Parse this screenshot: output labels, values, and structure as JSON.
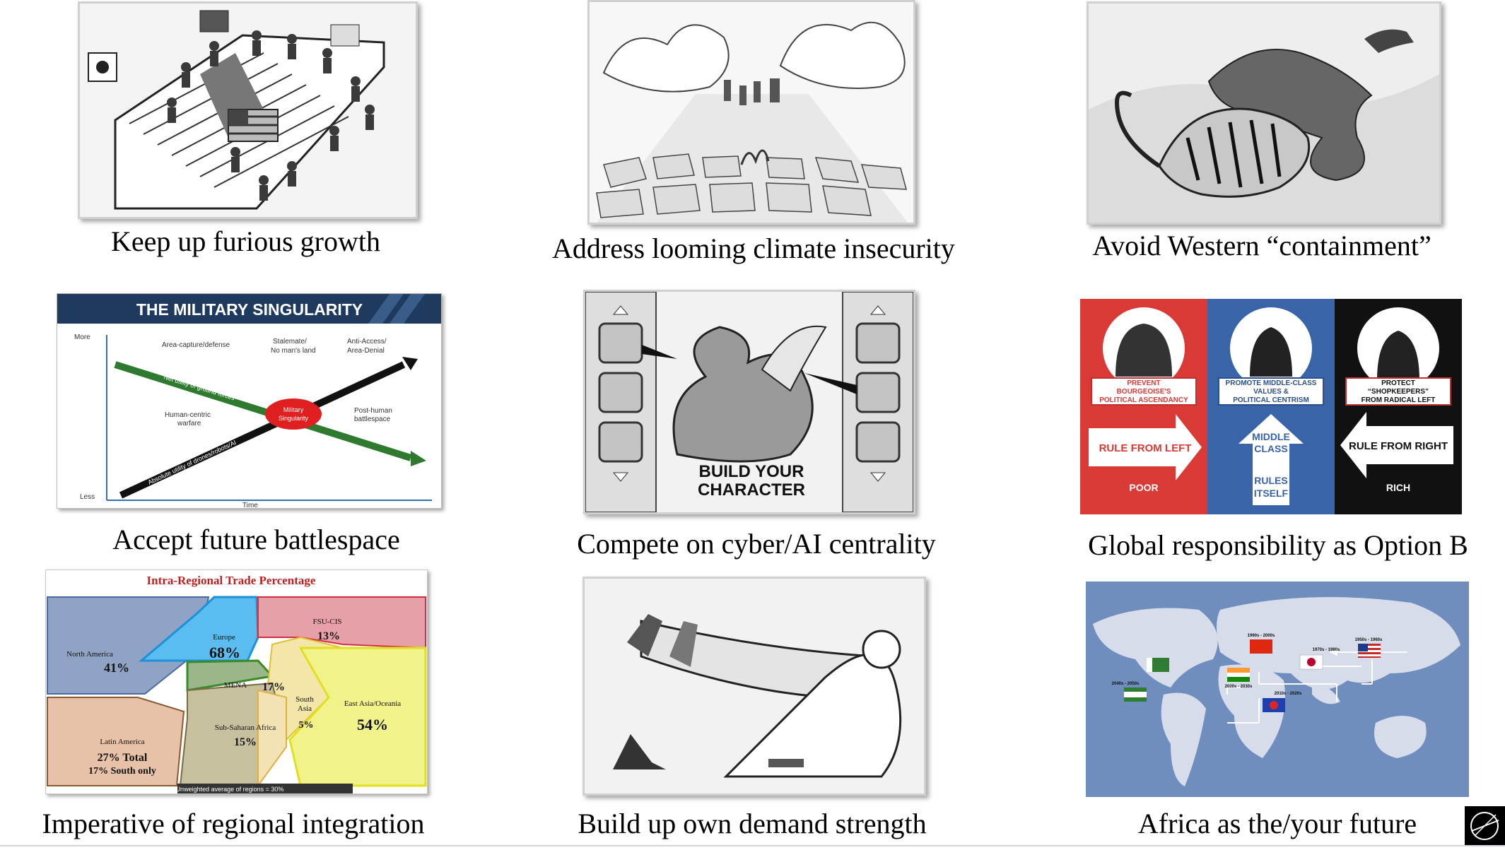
{
  "captions": {
    "c1": "Keep up furious growth",
    "c2": "Address looming climate insecurity",
    "c3": "Avoid Western “containment”",
    "c4": "Accept future battlespace",
    "c5": "Compete on cyber/AI centrality",
    "c6": "Global responsibility as Option B",
    "c7": "Imperative of regional integration",
    "c8": "Build up own demand strength",
    "c9": "Africa as the/your future"
  },
  "military": {
    "title": "THE MILITARY SINGULARITY",
    "more": "More",
    "less": "Less",
    "time": "Time",
    "l1": "Area-capture/defense",
    "l2a": "Stalemate/",
    "l2b": "No man's land",
    "l3a": "Anti-Access/",
    "l3b": "Area-Denial",
    "l4a": "Human-centric",
    "l4b": "warfare",
    "l5a": "Post-human",
    "l5b": "battlespace",
    "green": "Net utility of ground forces",
    "black": "Absolute utility of drones/robots/AI",
    "cloud1": "Military",
    "cloud2": "Singularity"
  },
  "character": {
    "line1": "BUILD YOUR",
    "line2": "CHARACTER"
  },
  "politics": {
    "red_a": "PREVENT",
    "red_b": "BOURGEOISE'S",
    "red_c": "POLITICAL ASCENDANCY",
    "red_arrow": "RULE FROM LEFT",
    "red_bottom": "POOR",
    "blue_a": "PROMOTE MIDDLE-CLASS",
    "blue_b": "VALUES &",
    "blue_c": "POLITICAL CENTRISM",
    "blue_arrow1": "MIDDLE",
    "blue_arrow2": "CLASS",
    "blue_rules1": "RULES",
    "blue_rules2": "ITSELF",
    "black_a": "PROTECT",
    "black_b": "“SHOPKEEPERS”",
    "black_c": "FROM RADICAL LEFT",
    "black_arrow": "RULE FROM RIGHT",
    "black_bottom": "RICH"
  },
  "trade": {
    "title": "Intra-Regional Trade Percentage",
    "na": "North America",
    "na_v": "41%",
    "eu": "Europe",
    "eu_v": "68%",
    "fsu": "FSU-CIS",
    "fsu_v": "13%",
    "mena": "MENA",
    "mena_v": "17%",
    "sa1": "South",
    "sa2": "Asia",
    "sa_v": "5%",
    "ea": "East Asia/Oceania",
    "ea_v": "54%",
    "la": "Latin America",
    "la_v1": "27% Total",
    "la_v2": "17% South only",
    "ssa": "Sub-Saharan Africa",
    "ssa_v": "15%",
    "footer": "Unweighted average of regions = 30%"
  },
  "worldmap": {
    "us": "1950s - 1960s",
    "jp": "1970s - 1980s",
    "cn": "1990s - 2000s",
    "in": "2020s - 2030s",
    "asean": "2010s - 2020s",
    "africa": "2040s - 2050s"
  },
  "colors": {
    "slide_bg": "#ffffff",
    "military_header": "#1f3a5f",
    "red_panel": "#d93a36",
    "blue_panel": "#3a64a8",
    "black_panel": "#111111",
    "map_sea": "#6f8dbd",
    "map_land": "#d7dcea"
  }
}
